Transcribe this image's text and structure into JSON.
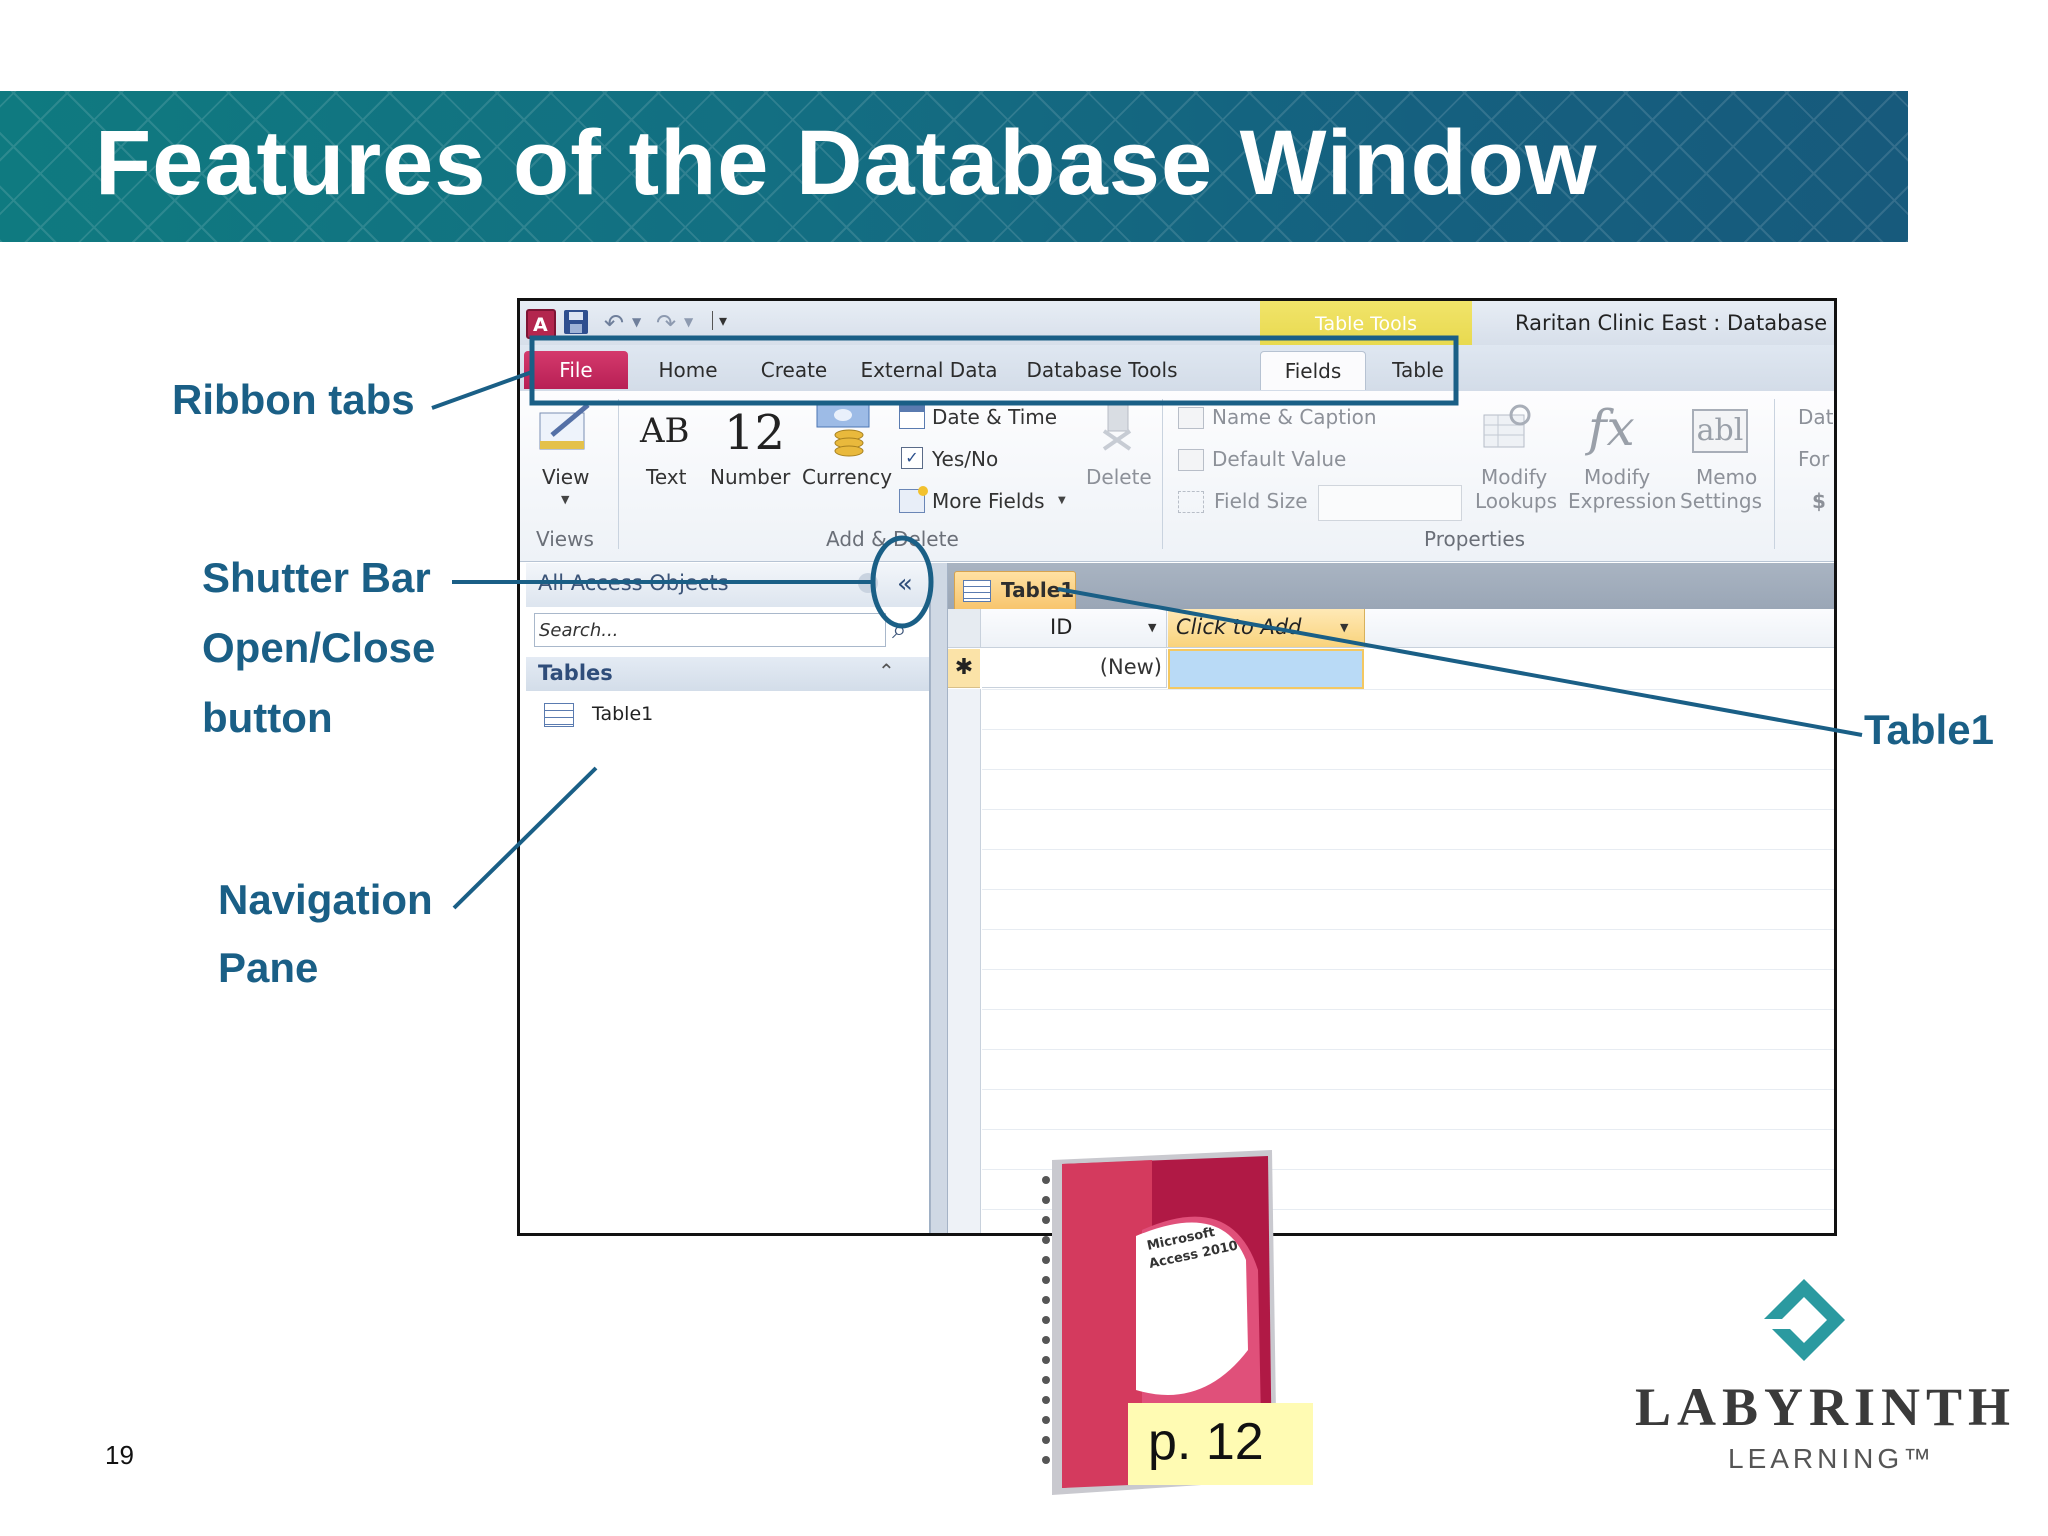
{
  "slide": {
    "title": "Features of the Database Window",
    "number": "19"
  },
  "callouts": {
    "ribbon_tabs": "Ribbon tabs",
    "shutter_line1": "Shutter Bar",
    "shutter_line2": "Open/Close",
    "shutter_line3": "button",
    "nav_line1": "Navigation",
    "nav_line2": "Pane",
    "table1": "Table1"
  },
  "access": {
    "window_title": "Raritan Clinic East : Database (A",
    "contextual_tab_group": "Table Tools",
    "tabs": [
      "File",
      "Home",
      "Create",
      "External Data",
      "Database Tools",
      "Fields",
      "Table"
    ],
    "selected_tab": "Fields",
    "ribbon": {
      "view": "View",
      "text_icon": "AB",
      "text": "Text",
      "number_icon": "12",
      "number": "Number",
      "currency": "Currency",
      "date_time": "Date & Time",
      "yes_no": "Yes/No",
      "more_fields": "More Fields",
      "delete": "Delete",
      "name_caption": "Name & Caption",
      "default_value": "Default Value",
      "field_size": "Field Size",
      "modify_lookups_1": "Modify",
      "modify_lookups_2": "Lookups",
      "modify_expression_1": "Modify",
      "modify_expression_2": "Expression",
      "memo_settings_1": "Memo",
      "memo_settings_2": "Settings",
      "data_type_cut": "Dat",
      "format_cut": "For",
      "dollar": "$",
      "groups": {
        "views": "Views",
        "add_delete": "Add & Delete",
        "properties": "Properties"
      }
    },
    "nav_pane": {
      "header": "All Access Objects",
      "search_placeholder": "Search...",
      "group": "Tables",
      "items": [
        "Table1"
      ]
    },
    "datasheet": {
      "tab_label": "Table1",
      "columns": [
        "ID",
        "Click to Add"
      ],
      "new_row_marker": "✱",
      "new_row_id": "(New)"
    }
  },
  "book": {
    "brand": "Microsoft",
    "product": "Access 2010",
    "page_ref": "p. 12"
  },
  "logo": {
    "name": "LABYRINTH",
    "sub": "LEARNING™"
  },
  "colors": {
    "banner": "#136f82",
    "callout": "#1a5f86",
    "file_tab": "#c52a5e",
    "page_box": "#fffbb3"
  }
}
